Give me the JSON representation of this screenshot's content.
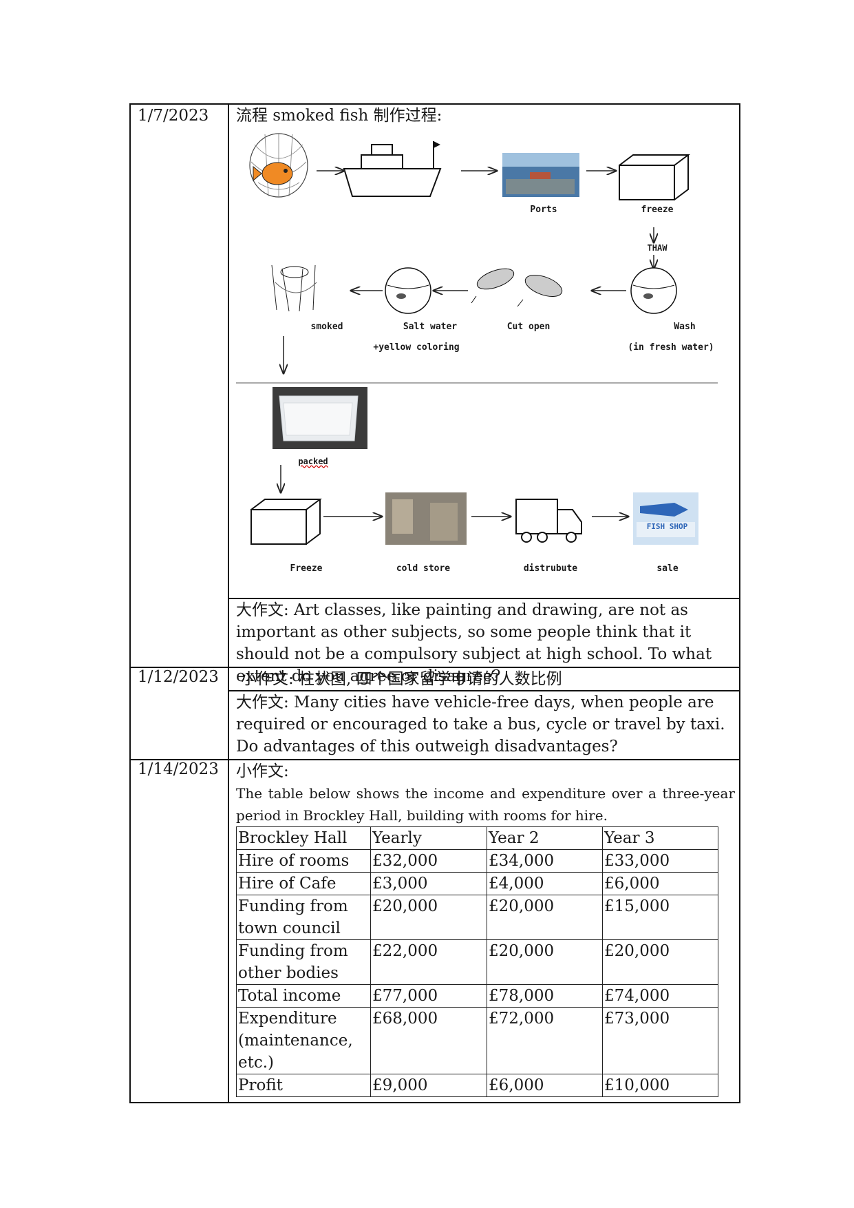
{
  "rows": [
    {
      "date": "1/7/2023",
      "flow_title": "流程 smoked fish 制作过程:",
      "flow_labels": {
        "ports": "Ports",
        "freeze1": "freeze",
        "thaw": "THAW",
        "smoked": "smoked",
        "salt_water": "Salt water",
        "yellow": "+yellow coloring",
        "cut_open": "Cut open",
        "wash": "Wash",
        "fresh_water": "(in fresh water)",
        "packed": "packed",
        "freeze2": "Freeze",
        "cold_store": "cold store",
        "distribute": "distrubute",
        "sale": "sale",
        "shop_sign": "FISH SHOP"
      },
      "essay": "大作文: Art classes, like painting and drawing, are not as important as other subjects, so some people think that it should not be a compulsory subject at high school. To what extent do you agree or disagree?"
    },
    {
      "date": "1/12/2023",
      "small": "小作文: 柱状图, 四个国家留学申请的人数比例",
      "essay": "大作文: Many cities have vehicle-free days, when people are required or encouraged to take a bus, cycle or travel by taxi. Do advantages of this outweigh disadvantages?"
    },
    {
      "date": "1/14/2023",
      "small_title": "小作文:",
      "intro": "The table below shows the income and expenditure over a three-year period in Brockley Hall, building with rooms for hire.",
      "table": {
        "header": [
          "Brockley Hall",
          "Yearly",
          "Year 2",
          "Year 3"
        ],
        "rows": [
          [
            "Hire of rooms",
            "£32,000",
            "£34,000",
            "£33,000"
          ],
          [
            "Hire of Cafe",
            "£3,000",
            "£4,000",
            "£6,000"
          ],
          [
            "Funding from town council",
            "£20,000",
            "£20,000",
            "£15,000"
          ],
          [
            "Funding from other bodies",
            "£22,000",
            "£20,000",
            "£20,000"
          ],
          [
            "Total income",
            "£77,000",
            "£78,000",
            "£74,000"
          ],
          [
            "Expenditure (maintenance, etc.)",
            "£68,000",
            "£72,000",
            "£73,000"
          ],
          [
            "Profit",
            "£9,000",
            "£6,000",
            "£10,000"
          ]
        ]
      }
    }
  ]
}
